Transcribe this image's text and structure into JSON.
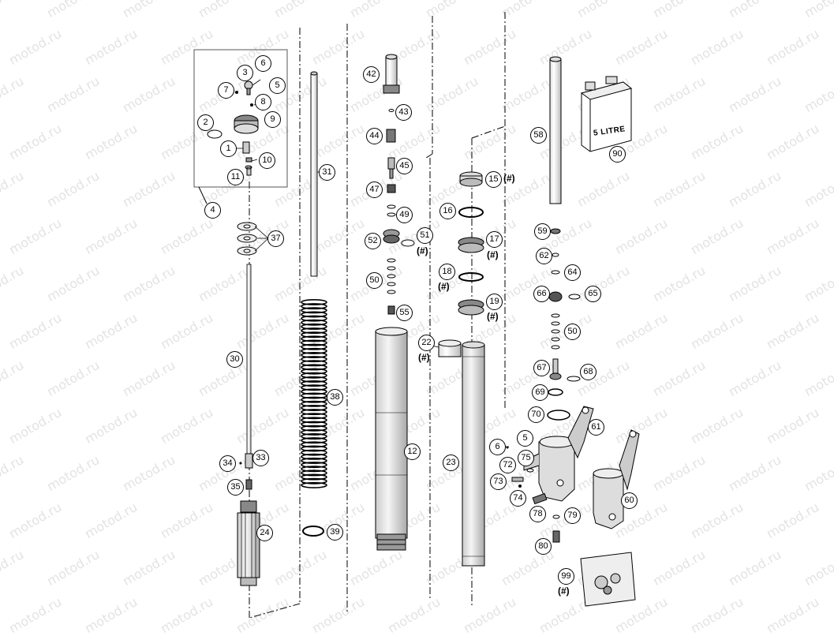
{
  "watermark": "motod.ru",
  "oil_can_label": "5 LITRE",
  "note_marker": "(#)",
  "parts": {
    "p1": "1",
    "p2": "2",
    "p3": "3",
    "p4": "4",
    "p5": "5",
    "p6": "6",
    "p7": "7",
    "p8": "8",
    "p9": "9",
    "p10": "10",
    "p11": "11",
    "p12": "12",
    "p15": "15",
    "p16": "16",
    "p17": "17",
    "p18": "18",
    "p19": "19",
    "p22": "22",
    "p23": "23",
    "p24": "24",
    "p30": "30",
    "p31": "31",
    "p33": "33",
    "p34": "34",
    "p35": "35",
    "p37": "37",
    "p38": "38",
    "p39": "39",
    "p42": "42",
    "p43": "43",
    "p44": "44",
    "p45": "45",
    "p47": "47",
    "p49": "49",
    "p50a": "50",
    "p50b": "50",
    "p51": "51",
    "p52": "52",
    "p55": "55",
    "p58": "58",
    "p59": "59",
    "p60": "60",
    "p61": "61",
    "p62": "62",
    "p64": "64",
    "p65": "65",
    "p66": "66",
    "p67": "67",
    "p68": "68",
    "p69": "69",
    "p70": "70",
    "p72": "72",
    "p73": "73",
    "p74": "74",
    "p75": "75",
    "p78": "78",
    "p79": "79",
    "p80": "80",
    "p90": "90",
    "p99": "99",
    "p5b": "5",
    "p6b": "6"
  }
}
